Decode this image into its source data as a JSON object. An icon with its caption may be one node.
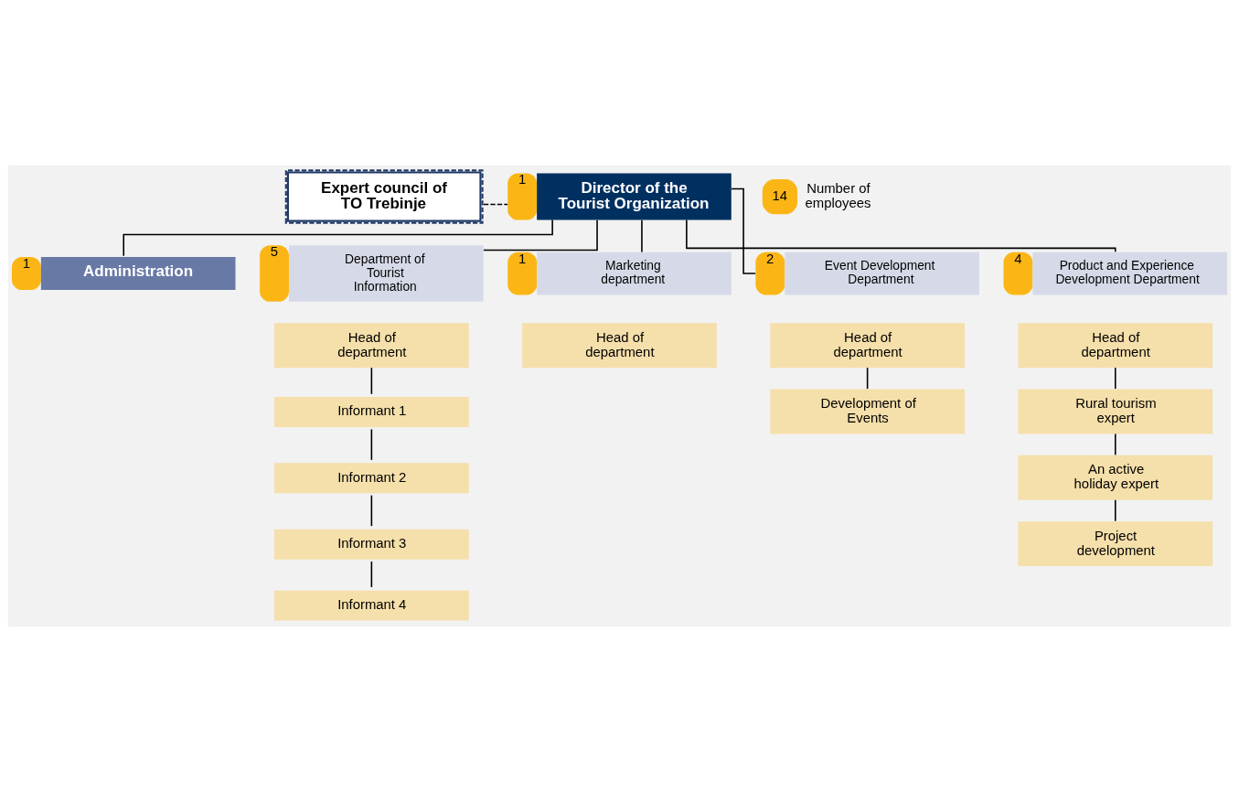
{
  "diagram": {
    "nodes": [
      {
        "text": [
          "Expert council of TO Trebinje"
        ]
      },
      {
        "text": [
          "Director of the Tourist Organization"
        ],
        "beside": [
          "1"
        ]
      },
      {
        "text": [
          "Administration"
        ],
        "beside": [
          "1"
        ]
      },
      {
        "text": [
          "Department of Tourist Information"
        ],
        "beside": [
          "5"
        ]
      },
      {
        "text": [
          "Marketing department"
        ],
        "beside": [
          "1"
        ]
      },
      {
        "text": [
          "Event Development Department"
        ],
        "beside": [
          "2"
        ]
      },
      {
        "text": [
          "Product and Experience Development Department"
        ],
        "beside": [
          "4"
        ]
      },
      {
        "text": [
          "Head of department"
        ]
      },
      {
        "text": [
          "Informant 1"
        ]
      },
      {
        "text": [
          "Informant 2"
        ]
      },
      {
        "text": [
          "Informant 3"
        ]
      },
      {
        "text": [
          "Informant 4"
        ]
      },
      {
        "text": [
          "Head of department"
        ]
      },
      {
        "text": [
          "Head of department"
        ]
      },
      {
        "text": [
          "Development of Events"
        ]
      },
      {
        "text": [
          "Head of department"
        ]
      },
      {
        "text": [
          "Rural tourism expert"
        ]
      },
      {
        "text": [
          "An active holiday expert"
        ]
      },
      {
        "text": [
          "Project development"
        ]
      }
    ],
    "edges": [
      {
        "from": 0,
        "to": 1,
        "arrow": "none",
        "style": "dashed"
      },
      {
        "from": 1,
        "to": 2,
        "arrow": "none"
      },
      {
        "from": 1,
        "to": 3,
        "arrow": "none"
      },
      {
        "from": 1,
        "to": 4,
        "arrow": "none"
      },
      {
        "from": 1,
        "to": 5,
        "arrow": "none"
      },
      {
        "from": 1,
        "to": 6,
        "arrow": "none"
      },
      {
        "from": 7,
        "to": 8,
        "arrow": "none"
      },
      {
        "from": 8,
        "to": 9,
        "arrow": "none"
      },
      {
        "from": 9,
        "to": 10,
        "arrow": "none"
      },
      {
        "from": 10,
        "to": 11,
        "arrow": "none"
      },
      {
        "from": 13,
        "to": 14,
        "arrow": "none"
      },
      {
        "from": 15,
        "to": 16,
        "arrow": "none"
      },
      {
        "from": 16,
        "to": 17,
        "arrow": "none"
      },
      {
        "from": 17,
        "to": 18,
        "arrow": "none"
      }
    ],
    "labels": [
      "14"
    ],
    "legend": [
      {
        "text": "Number of employees"
      }
    ]
  }
}
